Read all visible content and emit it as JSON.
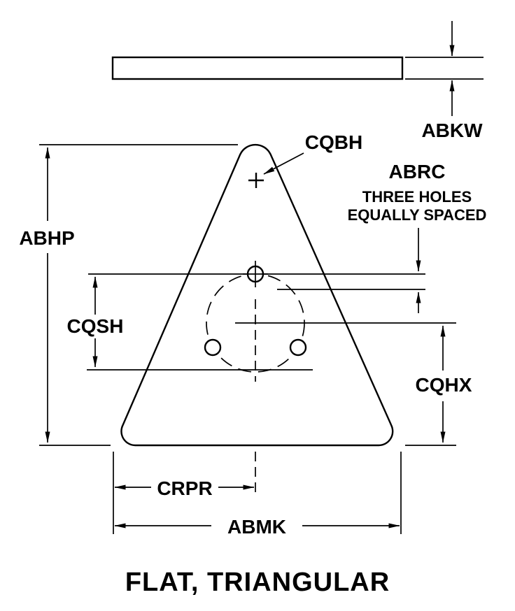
{
  "drawing": {
    "title": "FLAT, TRIANGULAR",
    "labels": {
      "abkw": "ABKW",
      "cqbh": "CQBH",
      "abrc": "ABRC",
      "abhp": "ABHP",
      "cqsh": "CQSH",
      "cqhx": "CQHX",
      "crpr": "CRPR",
      "abmk": "ABMK"
    },
    "note": {
      "line1": "THREE HOLES",
      "line2": "EQUALLY SPACED"
    },
    "colors": {
      "ink": "#000000",
      "paper": "#ffffff"
    }
  }
}
